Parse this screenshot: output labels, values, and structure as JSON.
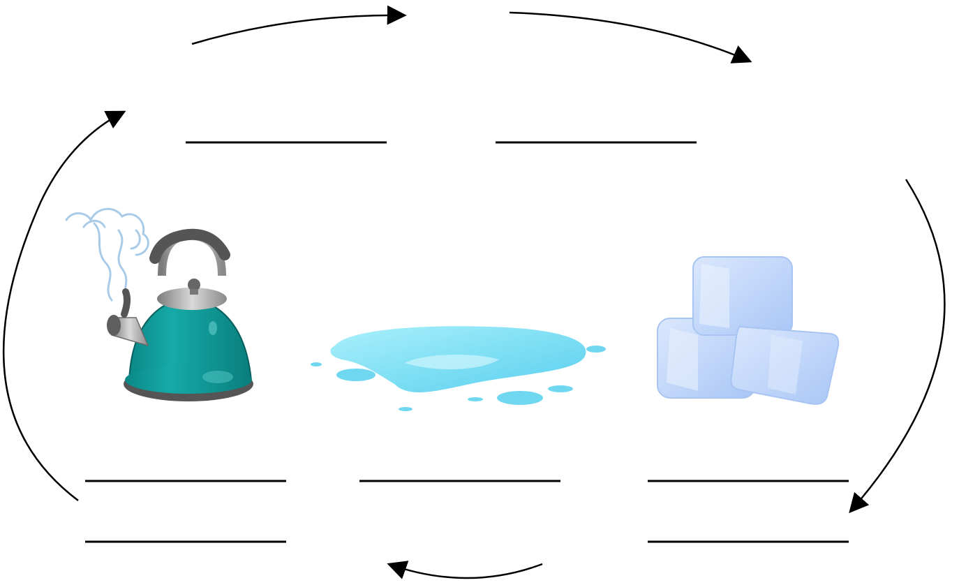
{
  "diagram": {
    "kind": "water-cycle-states",
    "states": [
      {
        "id": "gas",
        "icon": "steaming-kettle-icon"
      },
      {
        "id": "liquid",
        "icon": "water-puddle-icon"
      },
      {
        "id": "solid",
        "icon": "ice-cubes-icon"
      }
    ],
    "blanks": [
      {
        "id": "top-left",
        "text": ""
      },
      {
        "id": "top-right",
        "text": ""
      },
      {
        "id": "bottom-left-1",
        "text": ""
      },
      {
        "id": "bottom-middle",
        "text": ""
      },
      {
        "id": "bottom-right-1",
        "text": ""
      },
      {
        "id": "bottom-left-2",
        "text": ""
      },
      {
        "id": "bottom-right-2",
        "text": ""
      }
    ],
    "colors": {
      "kettle_body": "#0f9a98",
      "water": "#8fe4f5",
      "ice": "#c9dcfb",
      "line": "#000000"
    }
  }
}
